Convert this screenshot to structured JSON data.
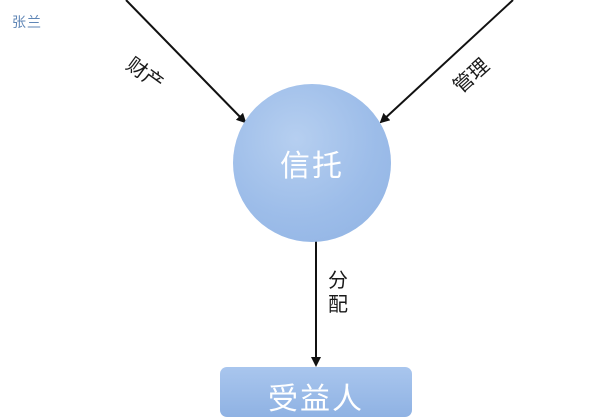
{
  "author": "张兰",
  "diagram": {
    "center_node": "信托",
    "bottom_node": "受益人",
    "edges": {
      "left_incoming": "财产",
      "right_incoming": "管理",
      "down_outgoing": "分配"
    }
  }
}
